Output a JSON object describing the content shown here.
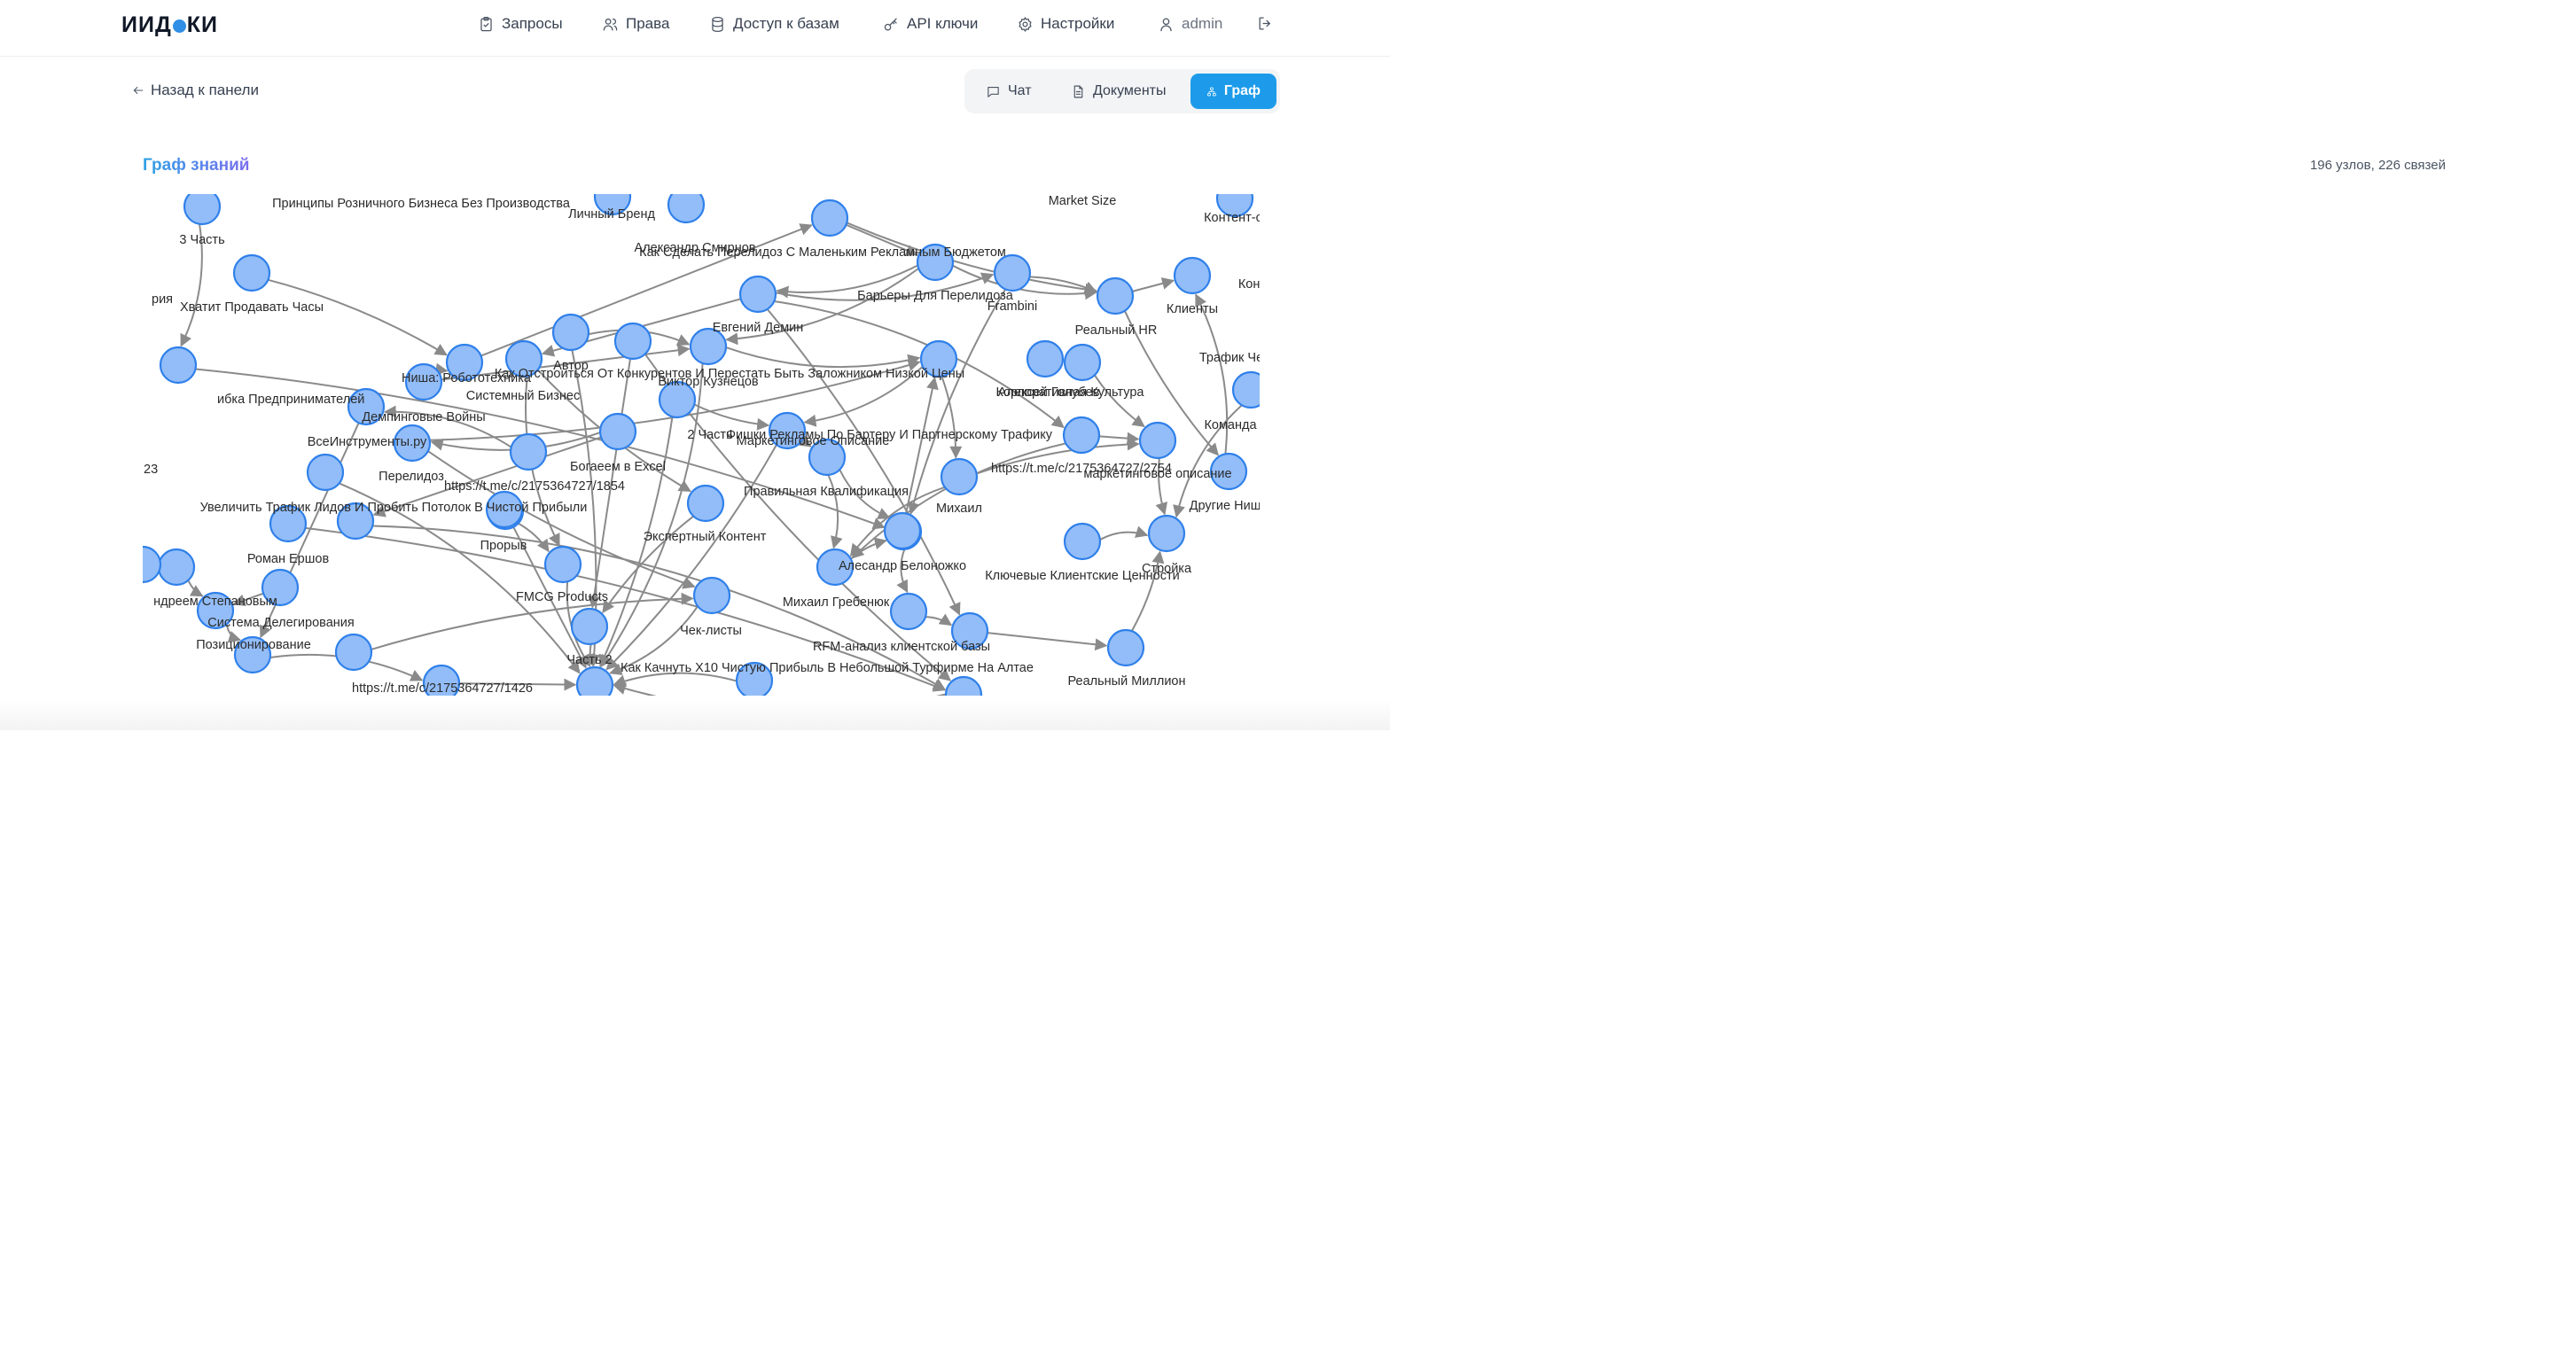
{
  "brand": {
    "pre": "И",
    "mid": "ИД",
    "post": "КИ"
  },
  "nav": {
    "requests": "Запросы",
    "rights": "Права",
    "db_access": "Доступ к базам",
    "api_keys": "API ключи",
    "settings": "Настройки",
    "user": "admin"
  },
  "back_label": "Назад к панели",
  "tabs": {
    "chat": "Чат",
    "documents": "Документы",
    "graph": "Граф",
    "active": "graph"
  },
  "graph_title": "Граф знаний",
  "graph_stats": "196 узлов, 226 связей",
  "node_labels": [
    "3 Часть",
    "Принципы Розничного Бизнеса Без Производства",
    "Личный Бренд",
    "Market Size",
    "Контент-с",
    "Хватит Продавать Часы",
    "Александр Смирнов",
    "Как Сделать Перелидоз С Маленьким Рекламным Бюджетом",
    "Конку",
    "Барьеры Для Перелидоза",
    "Frambini",
    "Клиенты",
    "Евгений Демин",
    "Реальный HR",
    "Трафик Че",
    "Автор",
    "Как Отстроиться От Конкурентов И Перестать Быть Заложником Низкой Цены",
    "Ниша: Робототехника",
    "Виктор Кузнецов",
    "Алексей Голубев",
    "Корпоративная Культура",
    "Системный Бизнес",
    "Команда",
    "Демпинговые Войны",
    "2 Часть",
    "Фишки Рекламы По Бартеру И Партнерскому Трафику",
    "ВсеИнструменты.ру",
    "Маркетинговое Описание",
    "Богаеем в Excel",
    "https://t.me/c/2175364727/2754",
    "маркетинговое описание",
    "Перелидоз",
    "https://t.me/c/2175364727/1854",
    "Правильная Квалификация",
    "Михаил",
    "Другие Ниш",
    "Увеличить Трафик Лидов И Пробить Потолок В Чистой Прибыли",
    "Прорыв",
    "Экспертный Контент",
    "Роман Ершов",
    "Стройка",
    "Алесандр Белоножко",
    "Ключевые Клиентские Ценности",
    "FMCG Products",
    "ндреем Степановым",
    "Михаил Гребенюк",
    "Система Делегирования",
    "Позиционирование",
    "Чек-листы",
    "RFM-анализ клиентской базы",
    "Часть 2",
    "Как Качнуть X10 Чистую Прибыль В Небольшой Турфирме На Алтае",
    "https://t.me/c/2175364727/1426",
    "Реальный Миллион",
    "ибка Предпринимателей",
    "рия",
    "23"
  ]
}
